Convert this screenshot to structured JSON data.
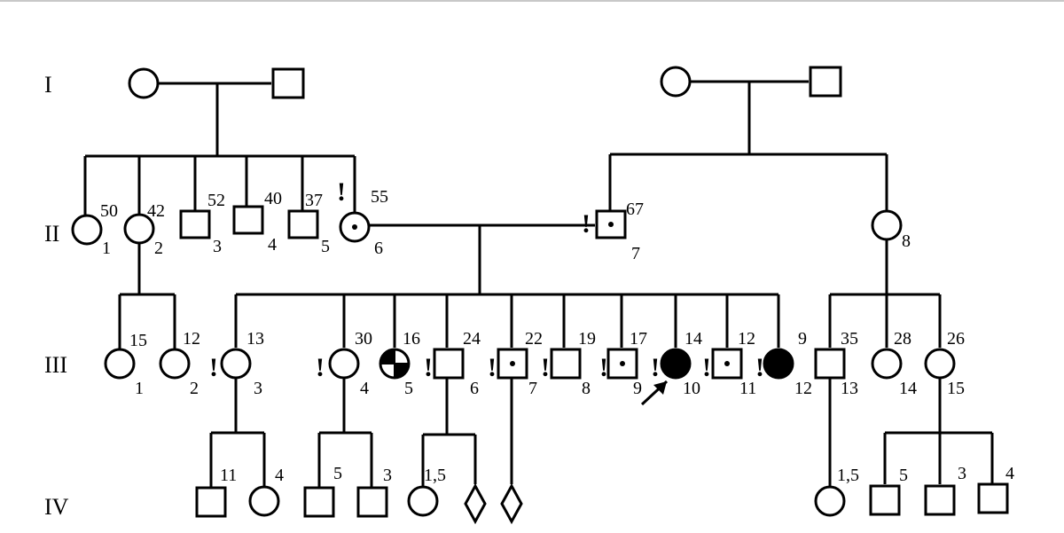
{
  "generations": [
    "I",
    "II",
    "III",
    "IV"
  ],
  "individuals": {
    "g1_left_f": {
      "label": "",
      "age": "",
      "excl": ""
    },
    "g1_left_m": {
      "label": "",
      "age": "",
      "excl": ""
    },
    "g1_right_f": {
      "label": "",
      "age": "",
      "excl": ""
    },
    "g1_right_m": {
      "label": "",
      "age": "",
      "excl": ""
    },
    "ii1": {
      "label": "1",
      "age": "50",
      "excl": ""
    },
    "ii2": {
      "label": "2",
      "age": "42",
      "excl": ""
    },
    "ii3": {
      "label": "3",
      "age": "52",
      "excl": ""
    },
    "ii4": {
      "label": "4",
      "age": "40",
      "excl": ""
    },
    "ii5": {
      "label": "5",
      "age": "37",
      "excl": ""
    },
    "ii6": {
      "label": "6",
      "age": "55",
      "excl": "!"
    },
    "ii7": {
      "label": "7",
      "age": "67",
      "excl": "!"
    },
    "ii8": {
      "label": "8",
      "age": "",
      "excl": ""
    },
    "iii1": {
      "label": "1",
      "age": "15",
      "excl": ""
    },
    "iii2": {
      "label": "2",
      "age": "12",
      "excl": ""
    },
    "iii3": {
      "label": "3",
      "age": "13",
      "excl": "!"
    },
    "iii4": {
      "label": "4",
      "age": "30",
      "excl": "!"
    },
    "iii5": {
      "label": "5",
      "age": "16",
      "excl": ""
    },
    "iii6": {
      "label": "6",
      "age": "24",
      "excl": "!"
    },
    "iii7": {
      "label": "7",
      "age": "22",
      "excl": "!"
    },
    "iii8": {
      "label": "8",
      "age": "19",
      "excl": "!"
    },
    "iii9": {
      "label": "9",
      "age": "17",
      "excl": "!"
    },
    "iii10": {
      "label": "10",
      "age": "14",
      "excl": "!"
    },
    "iii11": {
      "label": "11",
      "age": "12",
      "excl": "!"
    },
    "iii12": {
      "label": "12",
      "age": "9",
      "excl": "!"
    },
    "iii13": {
      "label": "13",
      "age": "35",
      "excl": ""
    },
    "iii14": {
      "label": "14",
      "age": "28",
      "excl": ""
    },
    "iii15": {
      "label": "15",
      "age": "26",
      "excl": ""
    },
    "iv_a1": {
      "label": "",
      "age": "11",
      "excl": ""
    },
    "iv_a2": {
      "label": "",
      "age": "4",
      "excl": ""
    },
    "iv_b1": {
      "label": "",
      "age": "5",
      "excl": ""
    },
    "iv_b2": {
      "label": "",
      "age": "3",
      "excl": ""
    },
    "iv_c1": {
      "label": "",
      "age": "1,5",
      "excl": ""
    },
    "iv_c2": {
      "label": "",
      "age": "",
      "excl": ""
    },
    "iv_d1": {
      "label": "",
      "age": "",
      "excl": ""
    },
    "iv_e1": {
      "label": "",
      "age": "1,5",
      "excl": ""
    },
    "iv_e2": {
      "label": "",
      "age": "5",
      "excl": ""
    },
    "iv_e3": {
      "label": "",
      "age": "3",
      "excl": ""
    },
    "iv_e4": {
      "label": "",
      "age": "4",
      "excl": ""
    }
  },
  "colors": {
    "line": "#000000",
    "background": "#ffffff"
  }
}
